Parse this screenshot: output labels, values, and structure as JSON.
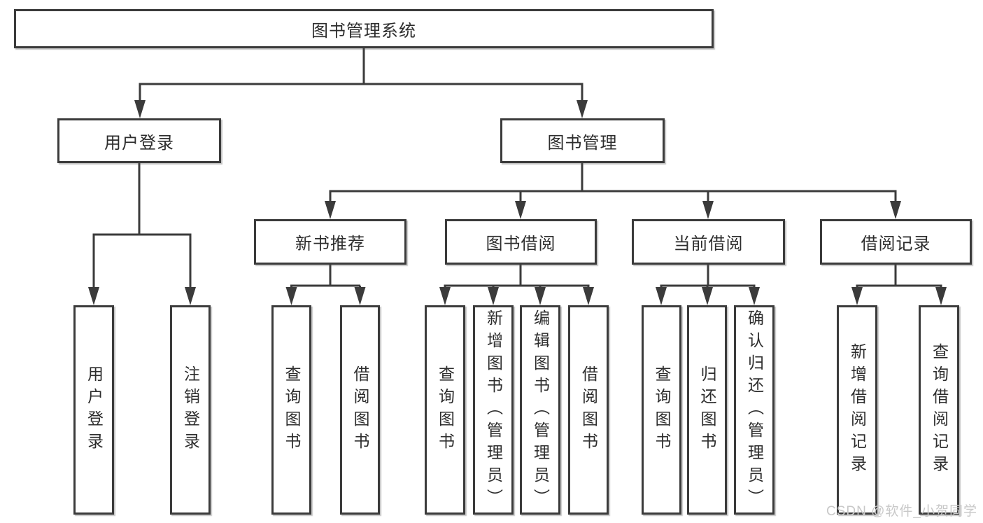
{
  "tree": {
    "root": {
      "label": "图书管理系统",
      "children": [
        {
          "label": "用户登录",
          "children": [
            {
              "label": "用户登录"
            },
            {
              "label": "注销登录"
            }
          ]
        },
        {
          "label": "图书管理",
          "children": [
            {
              "label": "新书推荐",
              "children": [
                {
                  "label": "查询图书"
                },
                {
                  "label": "借阅图书"
                }
              ]
            },
            {
              "label": "图书借阅",
              "children": [
                {
                  "label": "查询图书"
                },
                {
                  "label": "新增图书（管理员）"
                },
                {
                  "label": "编辑图书（管理员）"
                },
                {
                  "label": "借阅图书"
                }
              ]
            },
            {
              "label": "当前借阅",
              "children": [
                {
                  "label": "查询图书"
                },
                {
                  "label": "归还图书"
                },
                {
                  "label": "确认归还（管理员）"
                }
              ]
            },
            {
              "label": "借阅记录",
              "children": [
                {
                  "label": "新增借阅记录"
                },
                {
                  "label": "查询借阅记录"
                }
              ]
            }
          ]
        }
      ]
    }
  },
  "watermark": {
    "text": "CSDN @软件_小贺同学"
  },
  "colors": {
    "line": "#3b3b3b",
    "box_border": "#3b3b3b",
    "box_fill": "#ffffff",
    "text": "#2d2d2d",
    "watermark": "#c8c8c8",
    "background": "#ffffff"
  }
}
